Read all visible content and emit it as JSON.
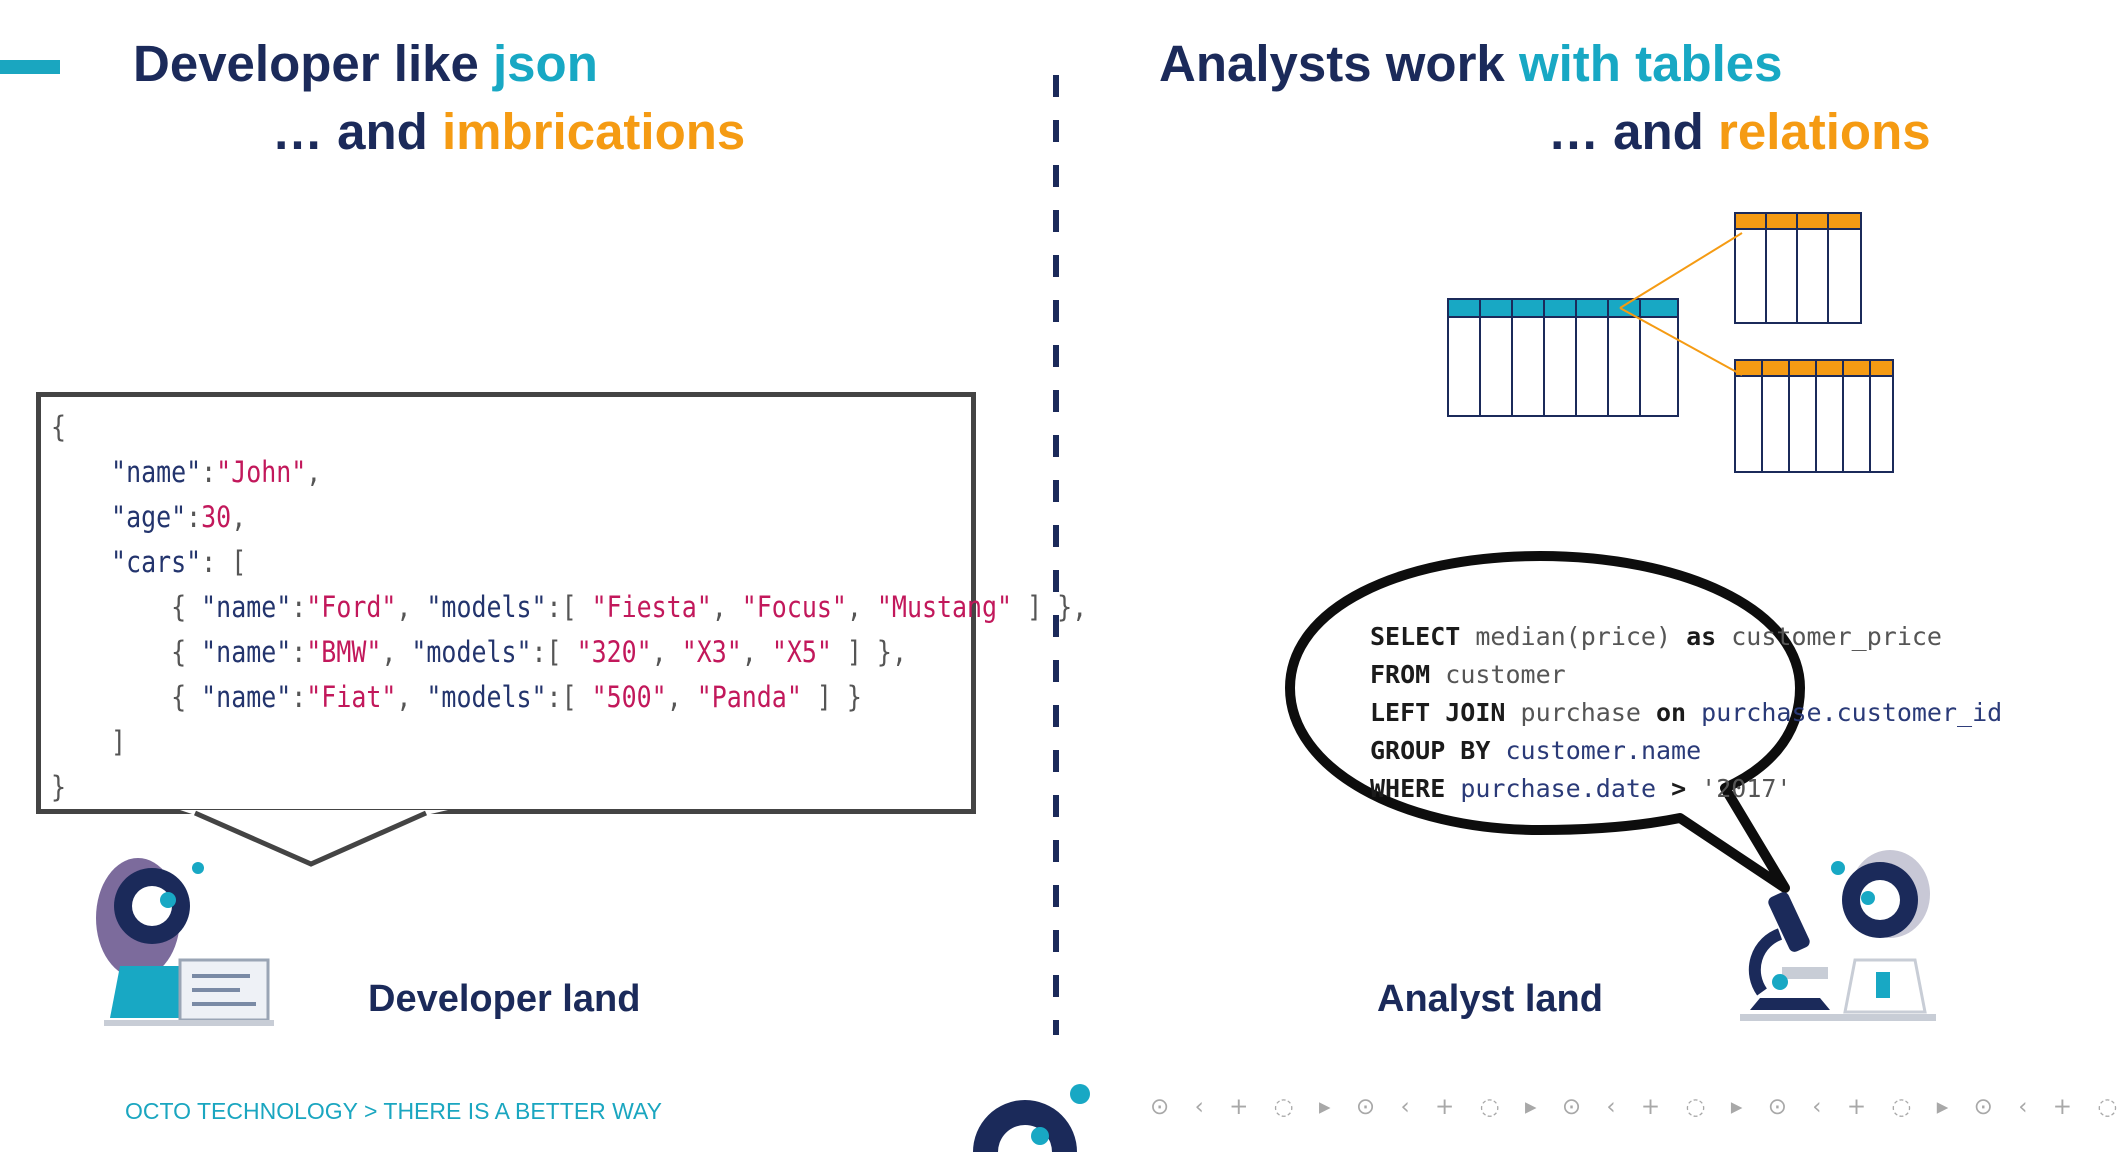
{
  "left": {
    "title_line1_a": "Developer like",
    "title_line1_b": "json",
    "title_line2_a": "… and",
    "title_line2_b": "imbrications",
    "land_label": "Developer land"
  },
  "right": {
    "title_line1_a": "Analysts work",
    "title_line1_b": "with tables",
    "title_line2_a": "… and",
    "title_line2_b": "relations",
    "land_label": "Analyst land"
  },
  "json_lines": [
    "{",
    "    \"name\":\"John\",",
    "    \"age\":30,",
    "    \"cars\": [",
    "        { \"name\":\"Ford\", \"models\":[ \"Fiesta\", \"Focus\", \"Mustang\" ] },",
    "        { \"name\":\"BMW\", \"models\":[ \"320\", \"X3\", \"X5\" ] },",
    "        { \"name\":\"Fiat\", \"models\":[ \"500\", \"Panda\" ] }",
    "    ]",
    "}"
  ],
  "sql_lines": [
    "SELECT median(price) as customer_price",
    "FROM customer",
    "LEFT JOIN purchase on purchase.customer_id",
    "GROUP BY customer.name",
    "WHERE purchase.date > '2017'"
  ],
  "footer": {
    "company": "OCTO TECHNOLOGY > THERE IS A BETTER WAY",
    "symbols": "⊙ ‹ + ◌ ▸ ⊙ ‹ + ◌ ▸ ⊙ ‹ + ◌ ▸ ⊙ ‹ + ◌ ▸ ⊙ ‹ + ◌"
  },
  "colors": {
    "navy": "#1b2a5a",
    "cyan": "#18a8c4",
    "orange": "#f59b13"
  },
  "icons": [
    "developer-avatar-icon",
    "analyst-avatar-icon",
    "microscope-icon",
    "laptop-icon",
    "octo-logo-icon"
  ]
}
